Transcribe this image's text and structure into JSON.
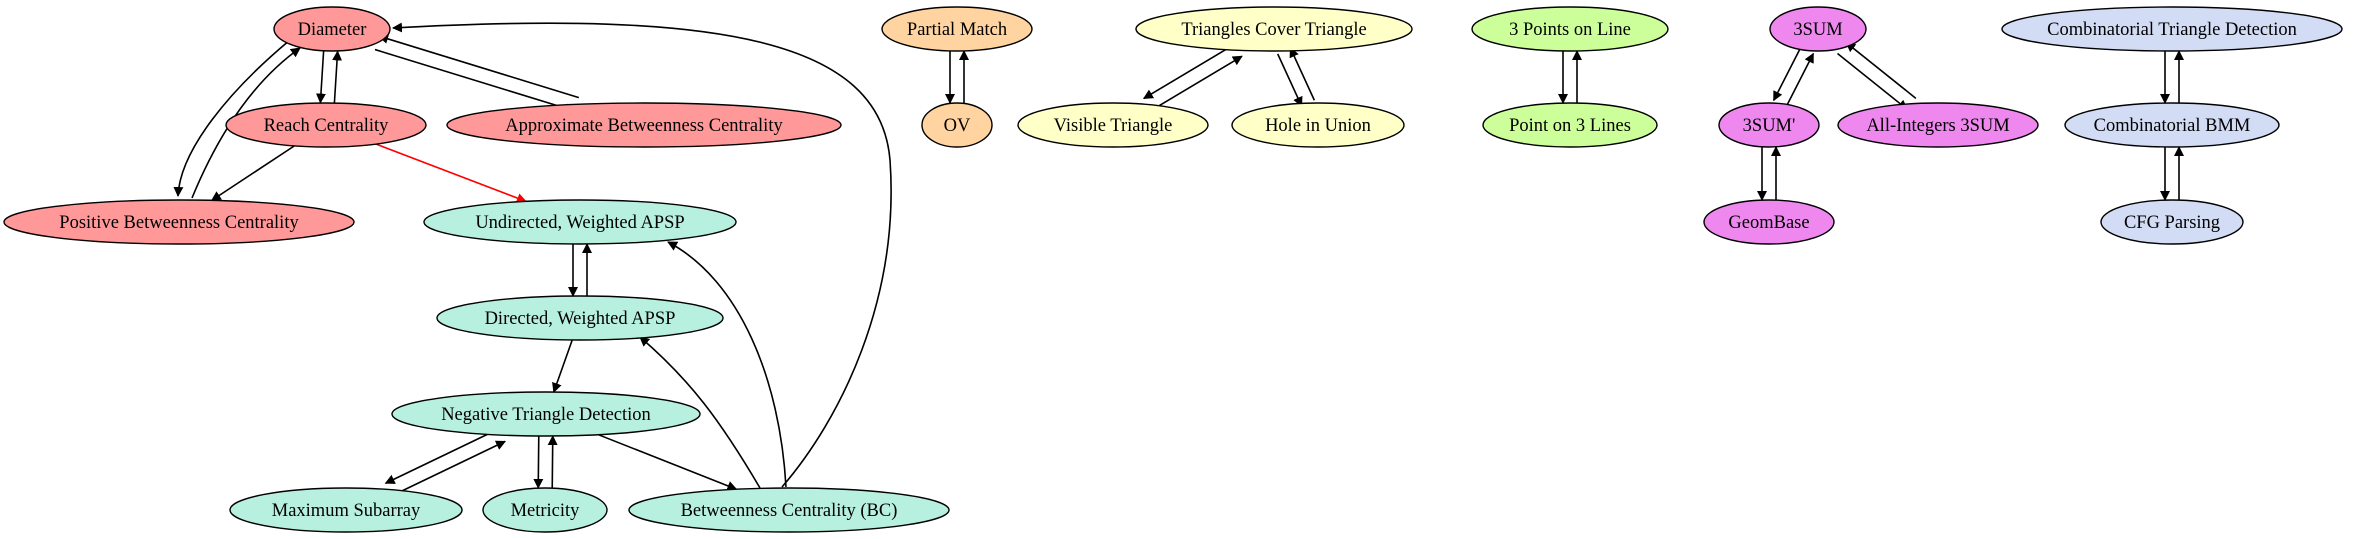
{
  "colors": {
    "red": "#ff9999",
    "orange": "#ffd4a0",
    "yellow": "#ffffc8",
    "green": "#ccff99",
    "magenta": "#ee88ee",
    "blue": "#d2ddf5",
    "teal": "#b8f0e0",
    "edge": "#000000",
    "highlight_edge": "#ff0000"
  },
  "nodes": [
    {
      "id": "diameter",
      "label": "Diameter",
      "color": "red"
    },
    {
      "id": "reach",
      "label": "Reach Centrality",
      "color": "red"
    },
    {
      "id": "approx_bc",
      "label": "Approximate Betweenness Centrality",
      "color": "red"
    },
    {
      "id": "pos_bc",
      "label": "Positive Betweenness Centrality",
      "color": "red"
    },
    {
      "id": "undirected_apsp",
      "label": "Undirected, Weighted APSP",
      "color": "teal"
    },
    {
      "id": "directed_apsp",
      "label": "Directed, Weighted APSP",
      "color": "teal"
    },
    {
      "id": "neg_tri",
      "label": "Negative Triangle Detection",
      "color": "teal"
    },
    {
      "id": "max_sub",
      "label": "Maximum Subarray",
      "color": "teal"
    },
    {
      "id": "metricity",
      "label": "Metricity",
      "color": "teal"
    },
    {
      "id": "bc",
      "label": "Betweenness Centrality (BC)",
      "color": "teal"
    },
    {
      "id": "partial_match",
      "label": "Partial Match",
      "color": "orange"
    },
    {
      "id": "ov",
      "label": "OV",
      "color": "orange"
    },
    {
      "id": "tri_cover",
      "label": "Triangles Cover Triangle",
      "color": "yellow"
    },
    {
      "id": "visible_tri",
      "label": "Visible Triangle",
      "color": "yellow"
    },
    {
      "id": "hole_union",
      "label": "Hole in Union",
      "color": "yellow"
    },
    {
      "id": "three_points",
      "label": "3 Points on Line",
      "color": "green"
    },
    {
      "id": "point_three_lines",
      "label": "Point on 3 Lines",
      "color": "green"
    },
    {
      "id": "threesum",
      "label": "3SUM",
      "color": "magenta"
    },
    {
      "id": "threesum_prime",
      "label": "3SUM'",
      "color": "magenta"
    },
    {
      "id": "all_int_3sum",
      "label": "All-Integers 3SUM",
      "color": "magenta"
    },
    {
      "id": "geombase",
      "label": "GeomBase",
      "color": "magenta"
    },
    {
      "id": "comb_tri",
      "label": "Combinatorial Triangle Detection",
      "color": "blue"
    },
    {
      "id": "comb_bmm",
      "label": "Combinatorial BMM",
      "color": "blue"
    },
    {
      "id": "cfg",
      "label": "CFG Parsing",
      "color": "blue"
    }
  ],
  "edges": [
    {
      "from": "diameter",
      "to": "reach"
    },
    {
      "from": "reach",
      "to": "diameter"
    },
    {
      "from": "diameter",
      "to": "approx_bc"
    },
    {
      "from": "approx_bc",
      "to": "diameter"
    },
    {
      "from": "diameter",
      "to": "pos_bc"
    },
    {
      "from": "pos_bc",
      "to": "diameter"
    },
    {
      "from": "reach",
      "to": "pos_bc"
    },
    {
      "from": "reach",
      "to": "undirected_apsp",
      "highlight": true
    },
    {
      "from": "undirected_apsp",
      "to": "directed_apsp"
    },
    {
      "from": "directed_apsp",
      "to": "undirected_apsp"
    },
    {
      "from": "directed_apsp",
      "to": "neg_tri"
    },
    {
      "from": "neg_tri",
      "to": "max_sub"
    },
    {
      "from": "max_sub",
      "to": "neg_tri"
    },
    {
      "from": "neg_tri",
      "to": "metricity"
    },
    {
      "from": "metricity",
      "to": "neg_tri"
    },
    {
      "from": "neg_tri",
      "to": "bc"
    },
    {
      "from": "bc",
      "to": "directed_apsp"
    },
    {
      "from": "bc",
      "to": "undirected_apsp"
    },
    {
      "from": "bc",
      "to": "diameter"
    },
    {
      "from": "partial_match",
      "to": "ov"
    },
    {
      "from": "ov",
      "to": "partial_match"
    },
    {
      "from": "tri_cover",
      "to": "visible_tri"
    },
    {
      "from": "visible_tri",
      "to": "tri_cover"
    },
    {
      "from": "tri_cover",
      "to": "hole_union"
    },
    {
      "from": "hole_union",
      "to": "tri_cover"
    },
    {
      "from": "three_points",
      "to": "point_three_lines"
    },
    {
      "from": "point_three_lines",
      "to": "three_points"
    },
    {
      "from": "threesum",
      "to": "threesum_prime"
    },
    {
      "from": "threesum_prime",
      "to": "threesum"
    },
    {
      "from": "threesum",
      "to": "all_int_3sum"
    },
    {
      "from": "all_int_3sum",
      "to": "threesum"
    },
    {
      "from": "threesum_prime",
      "to": "geombase"
    },
    {
      "from": "geombase",
      "to": "threesum_prime"
    },
    {
      "from": "comb_tri",
      "to": "comb_bmm"
    },
    {
      "from": "comb_bmm",
      "to": "comb_tri"
    },
    {
      "from": "comb_bmm",
      "to": "cfg"
    },
    {
      "from": "cfg",
      "to": "comb_bmm"
    }
  ]
}
